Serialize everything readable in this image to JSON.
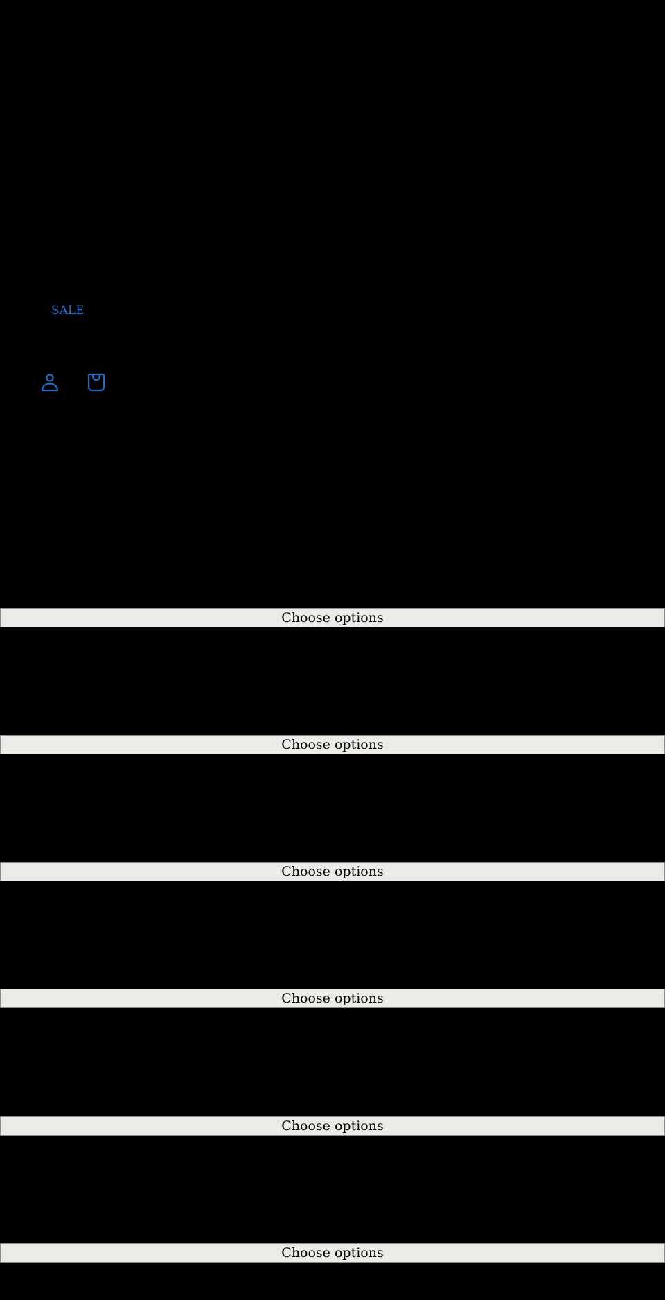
{
  "header": {
    "nav": {
      "sale_label": "SALE"
    },
    "icons": {
      "account": "account-icon",
      "cart": "cart-icon"
    }
  },
  "colors": {
    "background": "#000000",
    "link": "#1f6fc4",
    "button_bg": "#edebe7",
    "button_border": "#8a8a8a"
  },
  "products": [
    {
      "button_label": "Choose options"
    },
    {
      "button_label": "Choose options"
    },
    {
      "button_label": "Choose options"
    },
    {
      "button_label": "Choose options"
    },
    {
      "button_label": "Choose options"
    },
    {
      "button_label": "Choose options"
    }
  ]
}
